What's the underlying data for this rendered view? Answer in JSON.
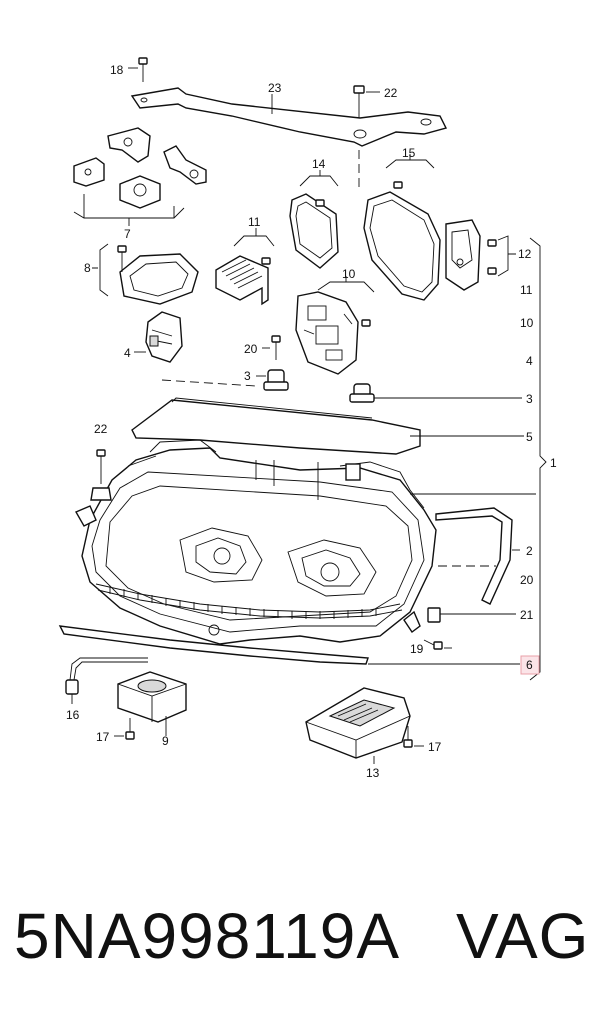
{
  "callouts": {
    "c1": "1",
    "c2": "2",
    "c3a": "3",
    "c3b": "3",
    "c4a": "4",
    "c4b": "4",
    "c5": "5",
    "c6": "6",
    "c7": "7",
    "c8": "8",
    "c9": "9",
    "c10a": "10",
    "c10b": "10",
    "c11a": "11",
    "c11b": "11",
    "c12": "12",
    "c13": "13",
    "c14": "14",
    "c15": "15",
    "c16": "16",
    "c17a": "17",
    "c17b": "17",
    "c18": "18",
    "c19": "19",
    "c20a": "20",
    "c20b": "20",
    "c21": "21",
    "c22a": "22",
    "c22b": "22",
    "c23": "23"
  },
  "highlight_color": "#e8a0a8",
  "caption": {
    "part_number": "5NA998119A",
    "brand": "VAG"
  }
}
